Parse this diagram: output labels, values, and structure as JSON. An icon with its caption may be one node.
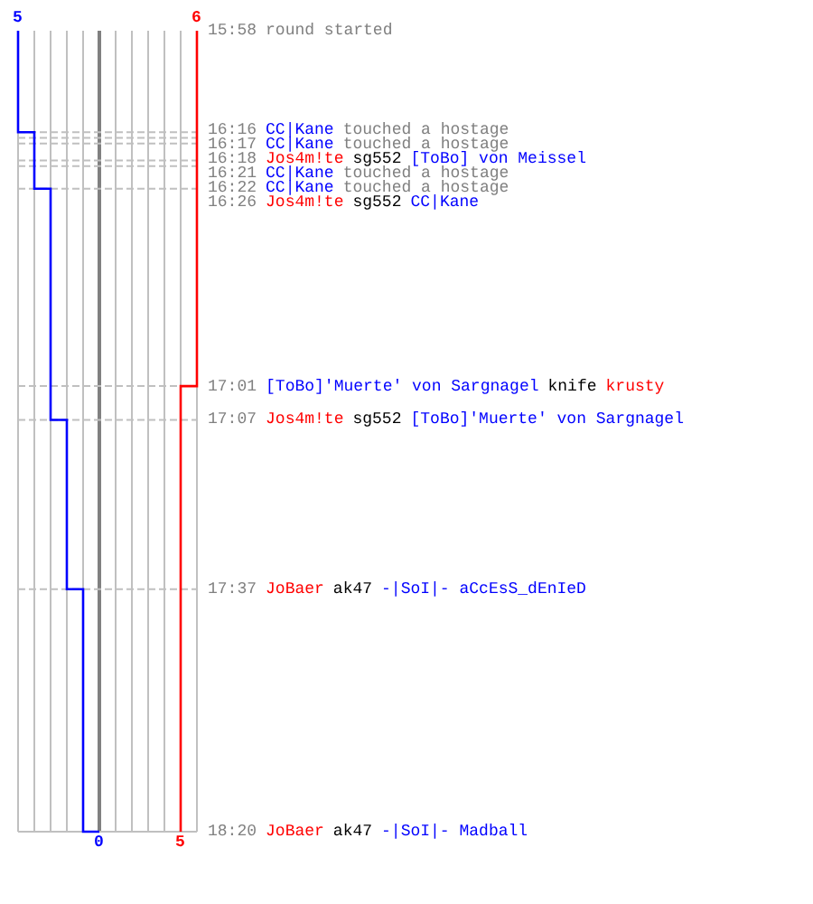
{
  "diagram": {
    "labels": [
      "5",
      "6",
      "15:58",
      "round started",
      "16:16",
      "CC|Kane",
      "touched a hostage",
      "16:17",
      "CC|Kane",
      "touched a hostage",
      "16:18",
      "Jos4m!te",
      "sg552",
      "[ToBo] von Meissel",
      "16:21",
      "CC|Kane",
      "touched a hostage",
      "16:22",
      "CC|Kane",
      "touched a hostage",
      "16:26",
      "Jos4m!te",
      "sg552",
      "CC|Kane",
      "17:01",
      "[ToBo]'Muerte' von Sargnagel",
      "knife",
      "krusty",
      "17:07",
      "Jos4m!te",
      "sg552",
      "[ToBo]'Muerte' von Sargnagel",
      "17:37",
      "JoBaer",
      "ak47",
      "-|SoI|- aCcEsS_dEnIeD",
      "18:20",
      "JoBaer",
      "ak47",
      "-|SoI|- Madball",
      "0",
      "5"
    ]
  }
}
